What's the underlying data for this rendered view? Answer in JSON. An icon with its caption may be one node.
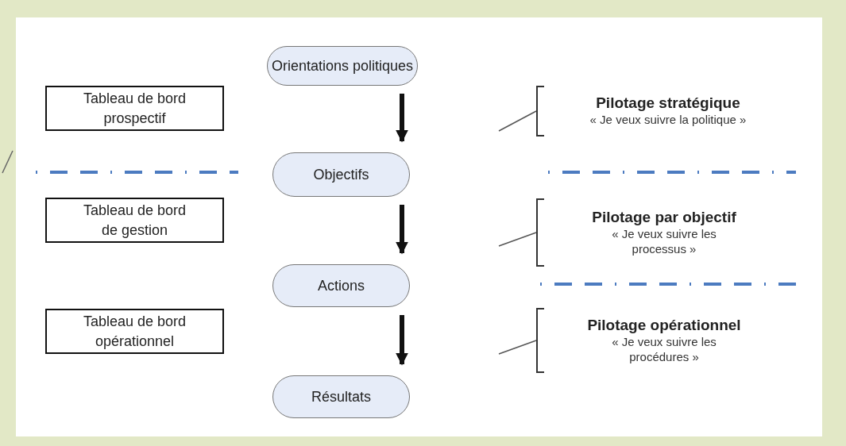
{
  "diagram": {
    "nodes": [
      {
        "text": [
          "Orientations politiques"
        ]
      },
      {
        "text": [
          "Objectifs"
        ]
      },
      {
        "text": [
          "Actions"
        ]
      },
      {
        "text": [
          "Résultats"
        ]
      },
      {
        "text": [
          "Tableau de bord prospectif"
        ]
      },
      {
        "text": [
          "Tableau de bord de gestion"
        ]
      },
      {
        "text": [
          "Tableau de bord opérationnel"
        ]
      },
      {
        "text": [
          "Pilotage stratégique",
          "« Je veux suivre la politique »"
        ]
      },
      {
        "text": [
          "Pilotage par objectif",
          "« Je veux suivre les processus »"
        ]
      },
      {
        "text": [
          "Pilotage opérationnel",
          "« Je veux suivre les procédures »"
        ]
      }
    ],
    "edges": [
      {
        "from": 0,
        "to": 1,
        "arrow": "to",
        "style": "thick"
      },
      {
        "from": 1,
        "to": 2,
        "arrow": "to",
        "style": "thick"
      },
      {
        "from": 2,
        "to": 3,
        "arrow": "to",
        "style": "thick"
      },
      {
        "from": 7,
        "to": null,
        "arrow": "none"
      },
      {
        "from": 8,
        "to": null,
        "arrow": "none"
      },
      {
        "from": 9,
        "to": null,
        "arrow": "none"
      }
    ]
  }
}
